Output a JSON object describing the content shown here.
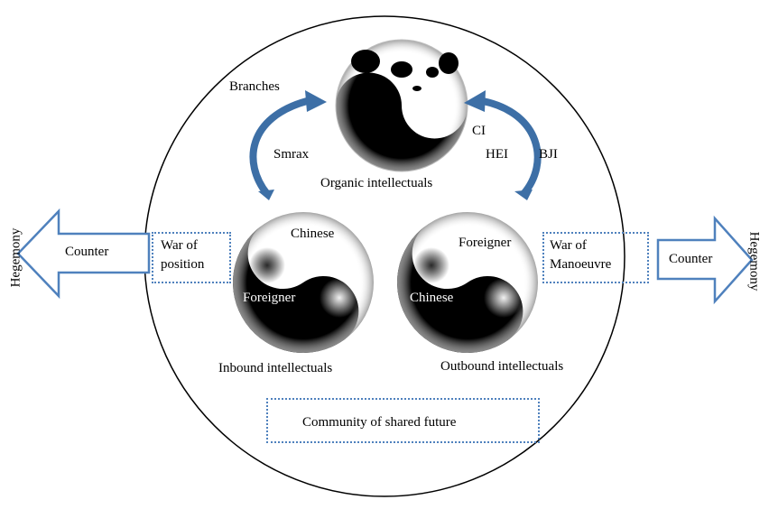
{
  "labels": {
    "branches": "Branches",
    "smrax": "Smrax",
    "ci": "CI",
    "hei": "HEI",
    "bji": "BJI",
    "organic": "Organic intellectuals",
    "inbound": "Inbound intellectuals",
    "outbound": "Outbound intellectuals",
    "community": "Community of shared future"
  },
  "left_yinyang": {
    "top_label": "Chinese",
    "bottom_label": "Foreigner"
  },
  "right_yinyang": {
    "top_label": "Foreigner",
    "bottom_label": "Chinese"
  },
  "left_box": {
    "line1": "War of",
    "line2": "position"
  },
  "right_box": {
    "line1": "War of",
    "line2": "Manoeuvre"
  },
  "left_arrow": {
    "label": "Counter",
    "side_label": "Hegemony"
  },
  "right_arrow": {
    "label": "Counter",
    "side_label": "Hegemony"
  },
  "colors": {
    "arrow_outline": "#4f81bd",
    "curved_arrow": "#3d6fa6",
    "dotted_box": "#4f81bd",
    "circle": "#000000"
  }
}
